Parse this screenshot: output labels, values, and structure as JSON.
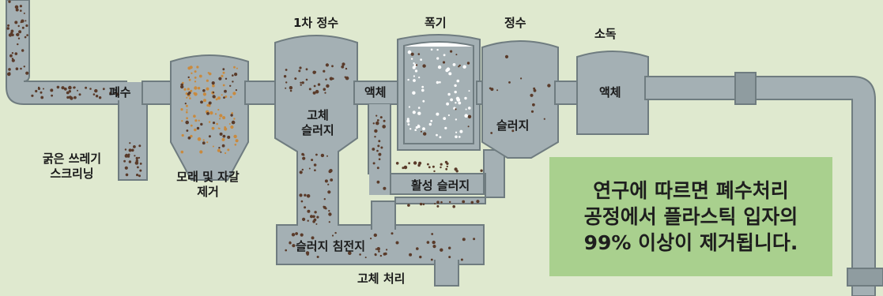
{
  "labels": {
    "wastewater": "폐수",
    "coarse_screening": "굵은 쓰레기\n스크리닝",
    "grit_removal": "모래 및 자갈\n제거",
    "primary_treatment": "1차 정수",
    "primary_solids_sludge": "고체\n슬러지",
    "liquid_1": "액체",
    "aeration": "폭기",
    "clarification": "정수",
    "clarifier_sludge": "슬러지",
    "disinfection": "소독",
    "liquid_2": "액체",
    "activated_sludge": "활성 슬러지",
    "sludge_settling_tank": "슬러지 침전지",
    "solids_treatment": "고체 처리"
  },
  "callout": {
    "text": "연구에 따르면 폐수처리\n공정에서 플라스틱 입자의\n99% 이상이 제거됩니다."
  },
  "colors": {
    "background": "#dfe9cf",
    "pipe": "#a4b0b4",
    "callout": "#a9d08e",
    "particles_dark": "#5a3b2a",
    "particles_orange": "#c98a3e",
    "particles_white": "#ffffff"
  }
}
